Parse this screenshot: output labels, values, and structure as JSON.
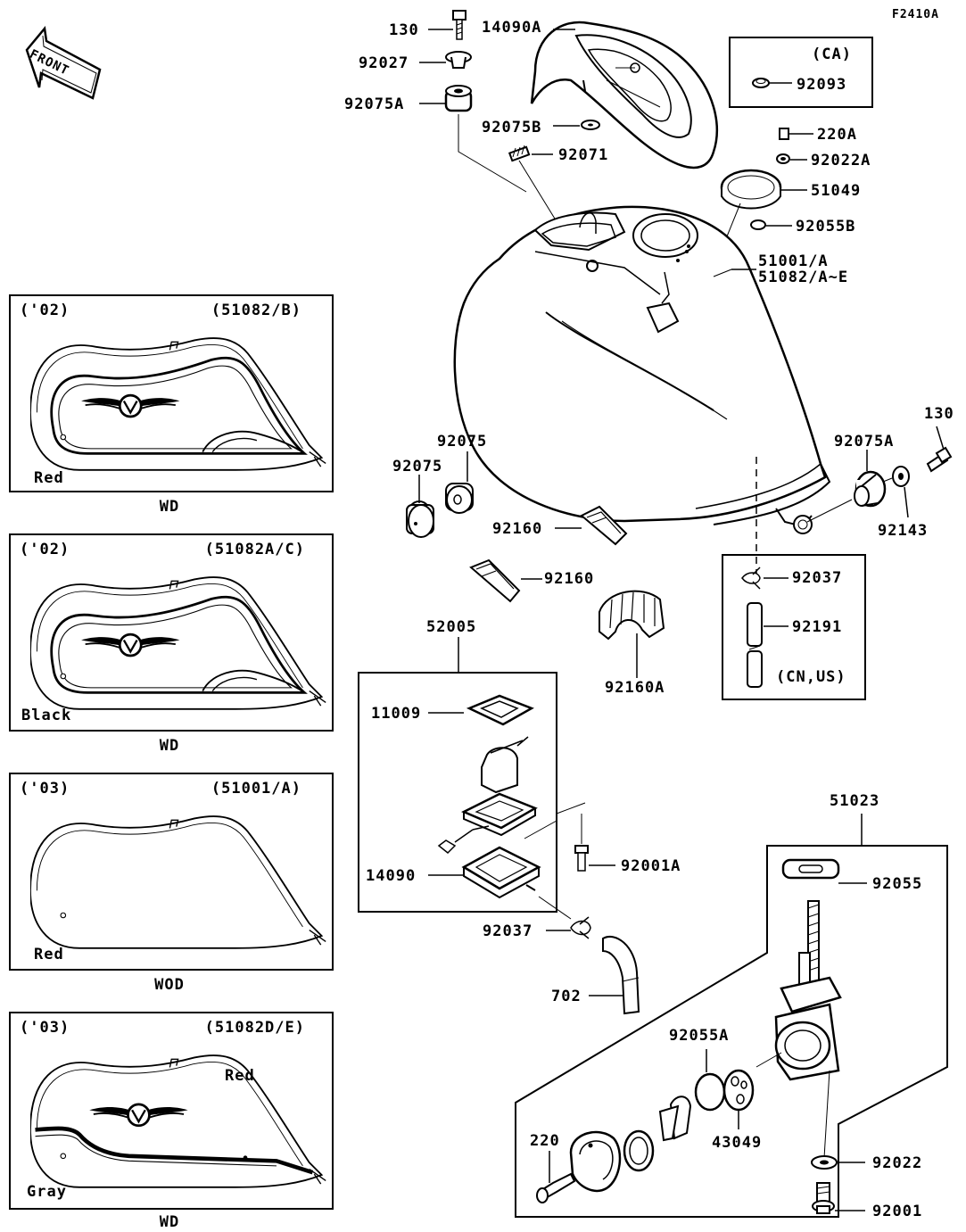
{
  "diagram_code": "F2410A",
  "front_label": "FRONT",
  "parts": {
    "p130_top": "130",
    "p14090A": "14090A",
    "p92027": "92027",
    "p92075A_top": "92075A",
    "p92075B": "92075B",
    "p92071": "92071",
    "ca_label": "(CA)",
    "p92093": "92093",
    "p220A": "220A",
    "p92022A": "92022A",
    "p51049": "51049",
    "p92055B": "92055B",
    "p51001A": "51001/A",
    "p51082AE": "51082/A~E",
    "p130_right": "130",
    "p92075A_right": "92075A",
    "p92143": "92143",
    "p92075_a": "92075",
    "p92075_b": "92075",
    "p92160_a": "92160",
    "p92160_b": "92160",
    "p92160A": "92160A",
    "p92037_top": "92037",
    "p92191": "92191",
    "cnus_label": "(CN,US)",
    "p52005": "52005",
    "p11009": "11009",
    "p14090": "14090",
    "p92001A": "92001A",
    "p92037_bot": "92037",
    "p702": "702",
    "p51023": "51023",
    "p92055": "92055",
    "p92055A": "92055A",
    "p43049": "43049",
    "p220": "220",
    "p92022": "92022",
    "p92001": "92001"
  },
  "panels": [
    {
      "year": "('02)",
      "code": "(51082/B)",
      "color": "Red",
      "caption": "WD"
    },
    {
      "year": "('02)",
      "code": "(51082A/C)",
      "color": "Black",
      "caption": "WD"
    },
    {
      "year": "('03)",
      "code": "(51001/A)",
      "color": "Red",
      "caption": "WOD"
    },
    {
      "year": "('03)",
      "code": "(51082D/E)",
      "color": "Gray",
      "color2": "Red",
      "caption": "WD"
    }
  ]
}
